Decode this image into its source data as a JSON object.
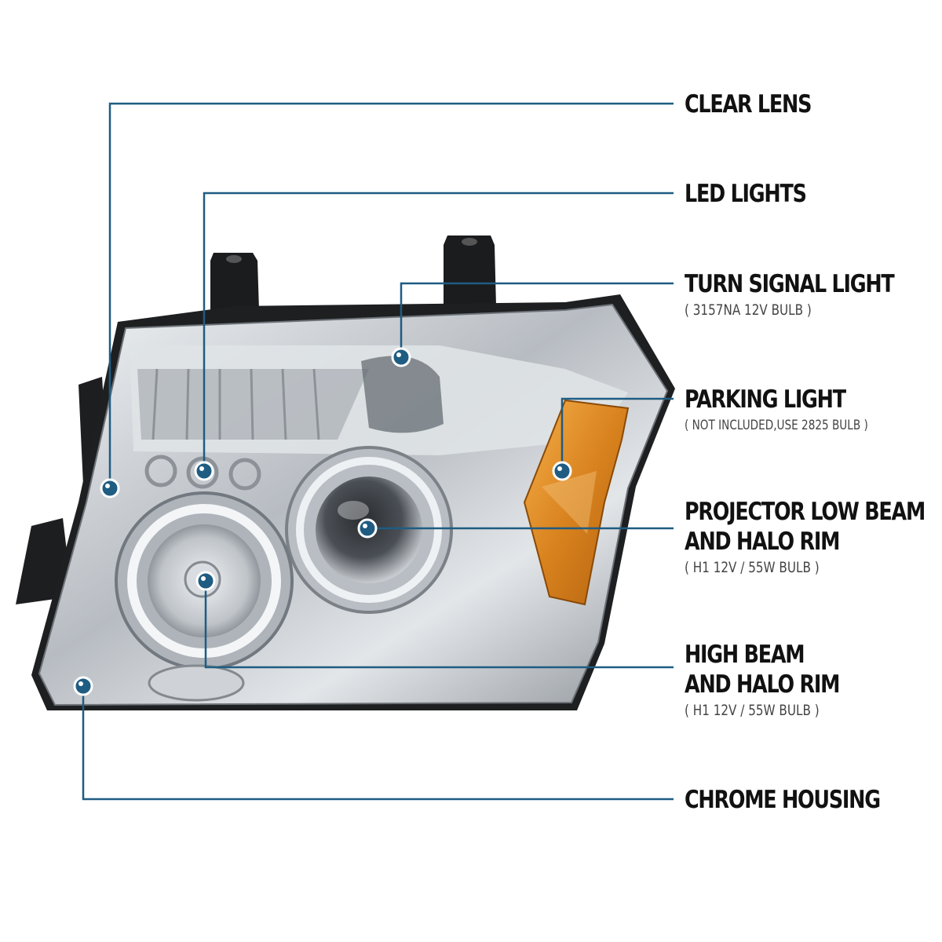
{
  "callouts": {
    "clear_lens": {
      "title": "CLEAR LENS"
    },
    "led_lights": {
      "title": "LED LIGHTS"
    },
    "turn_signal": {
      "title": "TURN SIGNAL LIGHT",
      "note": "( 3157NA  12V  BULB )"
    },
    "parking_light": {
      "title": "PARKING LIGHT",
      "note": "( NOT INCLUDED,USE 2825 BULB )"
    },
    "projector_low_beam": {
      "title_line1": "PROJECTOR LOW BEAM",
      "title_line2": "AND HALO RIM",
      "note": "( H1  12V / 55W  BULB )"
    },
    "high_beam": {
      "title_line1": "HIGH BEAM",
      "title_line2": "AND HALO RIM",
      "note": "( H1  12V / 55W  BULB )"
    },
    "chrome_housing": {
      "title": "CHROME HOUSING"
    }
  },
  "colors": {
    "leader_line": "#1f5c82",
    "marker_fill": "#1f5c82",
    "marker_ring": "#ffffff",
    "amber": "#d8821e",
    "chrome": "#c9cdd1"
  }
}
